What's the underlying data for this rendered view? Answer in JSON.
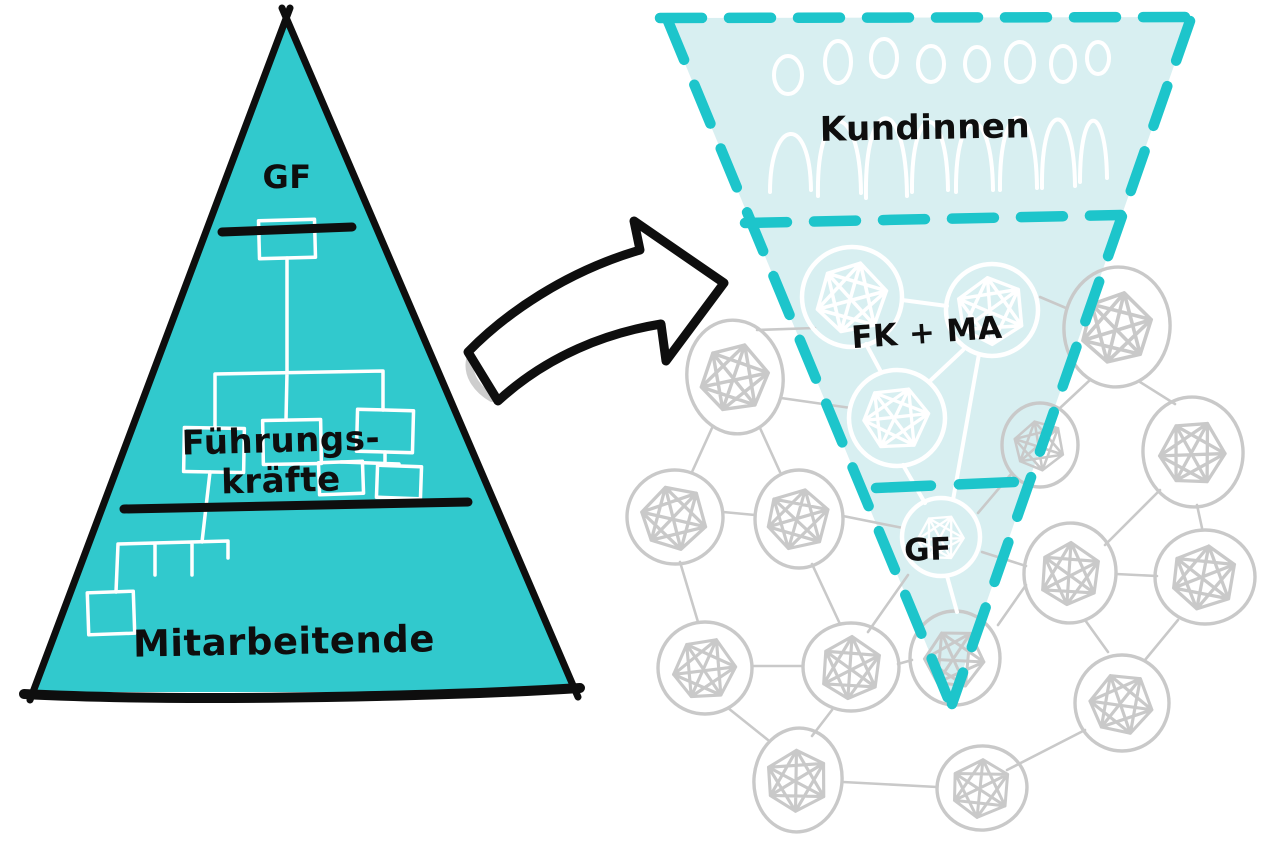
{
  "pyramid": {
    "top_label": "GF",
    "middle_label_line1": "Führungs-",
    "middle_label_line2": "kräfte",
    "bottom_label": "Mitarbeitende"
  },
  "funnel": {
    "top_label": "Kundinnen",
    "middle_label": "FK + MA",
    "bottom_label": "GF"
  },
  "icons": {
    "arrow": "curved-right-arrow",
    "node_mesh": "team-network-mesh",
    "crowd": "people-crowd"
  },
  "colors": {
    "teal": "#31c9cd",
    "light": "#d8eff1",
    "dash": "#1dc5cb",
    "gray": "#c9c9c9",
    "ink": "#0e0e0e",
    "paper": "#ffffff"
  }
}
